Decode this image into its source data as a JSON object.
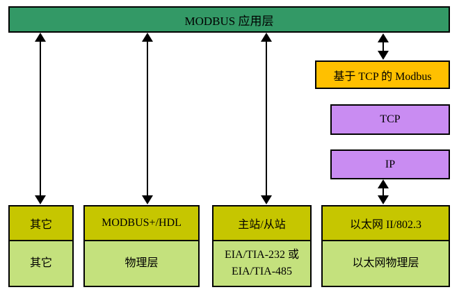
{
  "diagram": {
    "title_bar": {
      "label": "MODBUS 应用层",
      "color": "#339966"
    },
    "tcp_branch": {
      "modbus_tcp": {
        "label": "基于 TCP 的 Modbus",
        "color": "#FFC000"
      },
      "tcp": {
        "label": "TCP",
        "color": "#C98CF2"
      },
      "ip": {
        "label": "IP",
        "color": "#C98CF2"
      }
    },
    "stacks": [
      {
        "upper": "其它",
        "lower": "其它"
      },
      {
        "upper": "MODBUS+/HDL",
        "lower": "物理层"
      },
      {
        "upper": "主站/从站",
        "lower": "EIA/TIA-232 或",
        "lower2": "EIA/TIA-485"
      },
      {
        "upper": "以太网 II/802.3",
        "lower": "以太网物理层"
      }
    ],
    "colors": {
      "stack_upper": "#C6C600",
      "stack_lower": "#C4E17D",
      "arrow": "#000000"
    }
  }
}
